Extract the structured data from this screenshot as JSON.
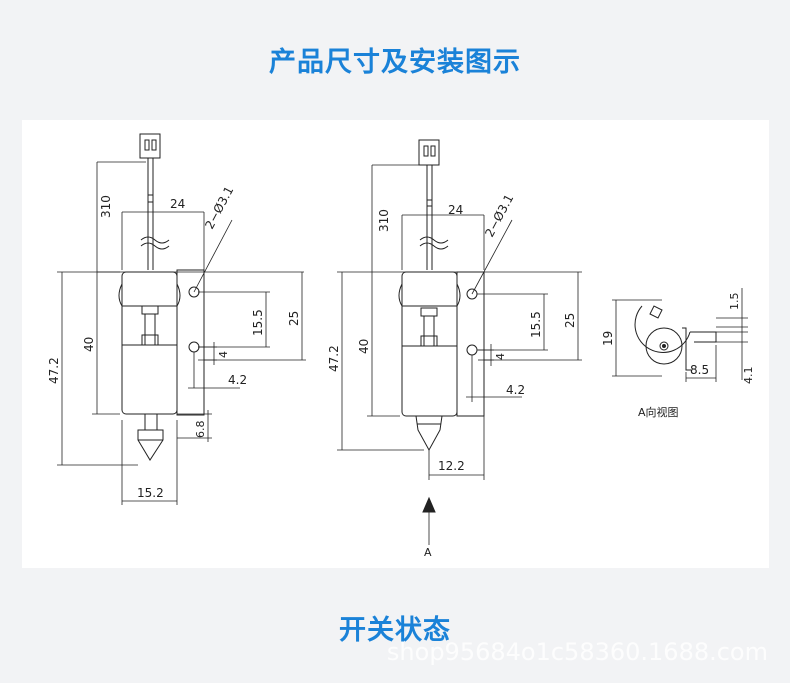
{
  "headings": {
    "top": "产品尺寸及安装图示",
    "bottom": "开关状态"
  },
  "watermark": "shop95684o1c58360.1688.com",
  "diagram": {
    "dims_left": {
      "d310": "310",
      "d24": "24",
      "hole": "2−Ø3.1",
      "d15_5": "15.5",
      "d25": "25",
      "d40": "40",
      "d47_2": "47.2",
      "d4": "4",
      "d4_2": "4.2",
      "d6_8": "6.8",
      "d15_2": "15.2"
    },
    "dims_mid": {
      "d310": "310",
      "d24": "24",
      "hole": "2−Ø3.1",
      "d15_5": "15.5",
      "d25": "25",
      "d40": "40",
      "d47_2": "47.2",
      "d4": "4",
      "d4_2": "4.2",
      "d12_2": "12.2",
      "arrow_label": "A"
    },
    "dims_right": {
      "d1_5": "1.5",
      "d19": "19",
      "d8_5": "8.5",
      "d4_1": "4.1",
      "caption": "A向视图"
    }
  }
}
